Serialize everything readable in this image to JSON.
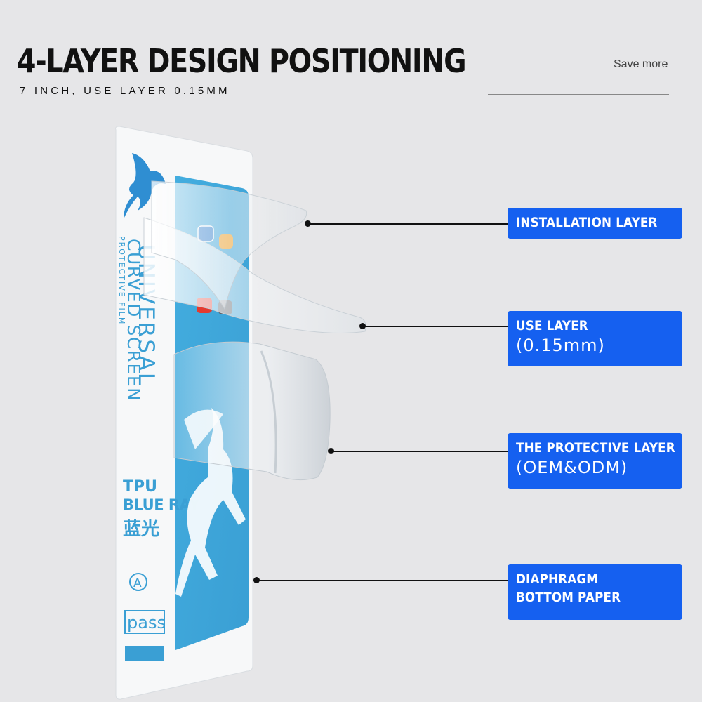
{
  "header": {
    "title": "4-LAYER DESIGN POSITIONING",
    "subtitle": "7 INCH, USE LAYER 0.15MM",
    "save_more": "Save more"
  },
  "product": {
    "brand_vertical": "UNIVERSAL",
    "brand_vertical_2": "CURVED SCREEN",
    "brand_vertical_3": "PROTECTIVE FILM",
    "material": "TPU",
    "type": "BLUE RAY",
    "type_cn": "蓝光",
    "grade": "A",
    "pass": "pass"
  },
  "callouts": [
    {
      "label": "INSTALLATION  LAYER",
      "sub": ""
    },
    {
      "label": "USE  LAYER",
      "sub": "(0.15mm)"
    },
    {
      "label": "THE  PROTECTIVE  LAYER",
      "sub": "(OEM&ODM)"
    },
    {
      "label": "DIAPHRAGM",
      "sub": "BOTTOM PAPER"
    }
  ],
  "colors": {
    "accent": "#1560f0",
    "film_blue": "#3fa7dc",
    "background": "#e6e6e8"
  }
}
